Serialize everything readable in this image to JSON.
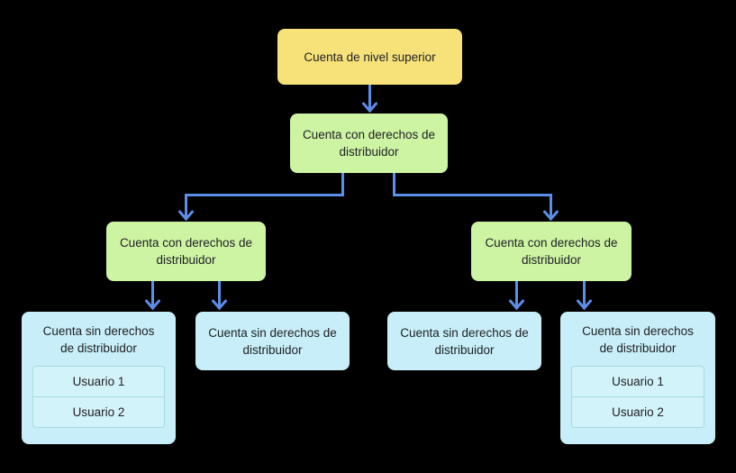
{
  "canvas": {
    "background": "#000000"
  },
  "palette": {
    "top_level_fill": "#F7E27A",
    "distributor_fill": "#CDF4A3",
    "non_distributor_fill": "#C8EFF9",
    "user_item_fill": "#D3F3FA",
    "user_item_border": "#A6DBE0",
    "connector": "#5C8DE8",
    "text": "#202124"
  },
  "nodes": {
    "root": {
      "label": "Cuenta de nivel superior"
    },
    "l2": {
      "label": "Cuenta con derechos de distribuidor"
    },
    "l3_left": {
      "label": "Cuenta con derechos de distribuidor"
    },
    "l3_right": {
      "label": "Cuenta con derechos de distribuidor"
    },
    "leaf1": {
      "label": "Cuenta sin derechos de distribuidor",
      "users": [
        "Usuario 1",
        "Usuario 2"
      ]
    },
    "leaf2": {
      "label": "Cuenta sin derechos de distribuidor"
    },
    "leaf3": {
      "label": "Cuenta sin derechos de distribuidor"
    },
    "leaf4": {
      "label": "Cuenta sin derechos de distribuidor",
      "users": [
        "Usuario 1",
        "Usuario 2"
      ]
    }
  }
}
